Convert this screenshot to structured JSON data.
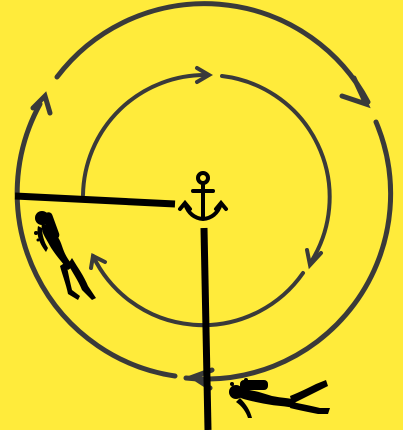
{
  "diagram": {
    "kind": "circular search pattern",
    "rings": [
      "outer-ring",
      "inner-ring"
    ],
    "direction": "clockwise",
    "center_icon": "anchor-icon",
    "figures": [
      "diver-icon",
      "diver-icon"
    ],
    "lines": [
      "horizontal-reference-line",
      "vertical-reference-line"
    ]
  },
  "colors": {
    "background": "#ffeb3b",
    "ring": "#3a3a3a",
    "line": "#000000",
    "silhouette": "#000000"
  }
}
